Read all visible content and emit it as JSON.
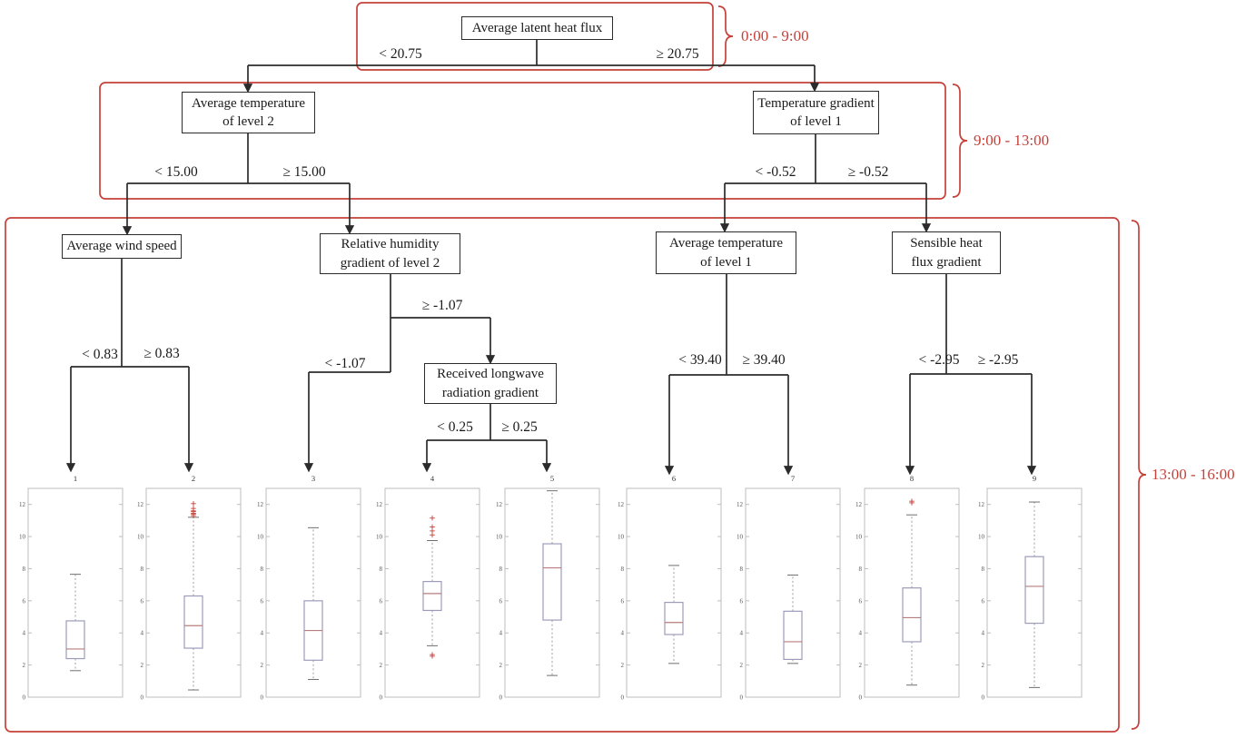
{
  "figure": {
    "background": "#ffffff"
  },
  "colors": {
    "accent_red": "#c5413a",
    "tree_line": "#2b2b2b",
    "node_border": "#2b2b2b",
    "box_edge": "#9c9cba",
    "median": "#b97e7c",
    "whisker": "#9d9d9d",
    "cap": "#6f6f6f",
    "outlier": "#c5413a",
    "panel_border": "#bdbdbd",
    "tick_text": "#555555"
  },
  "groups": [
    {
      "id": "morning",
      "label": "0:00 - 9:00"
    },
    {
      "id": "midday",
      "label": "9:00 - 13:00"
    },
    {
      "id": "afternoon",
      "label": "13:00 - 16:00"
    }
  ],
  "tree": {
    "nodes": {
      "root": {
        "line1": "Average latent heat flux",
        "line2": ""
      },
      "temp_l2": {
        "line1": "Average temperature",
        "line2": "of level 2"
      },
      "tgrad_l1": {
        "line1": "Temperature gradient",
        "line2": "of level 1"
      },
      "wind": {
        "line1": "Average wind speed",
        "line2": ""
      },
      "rh_grad": {
        "line1": "Relative humidity",
        "line2": "gradient of level 2"
      },
      "temp_l1": {
        "line1": "Average temperature",
        "line2": "of level 1"
      },
      "sh_grad": {
        "line1": "Sensible heat",
        "line2": "flux gradient"
      },
      "lw_grad": {
        "line1": "Received longwave",
        "line2": "radiation gradient"
      }
    },
    "edges": {
      "root_left": "< 20.75",
      "root_right": "≥ 20.75",
      "temp_l2_left": "< 15.00",
      "temp_l2_right": "≥ 15.00",
      "tgrad_l1_left": "< -0.52",
      "tgrad_l1_right": "≥ -0.52",
      "wind_left": "< 0.83",
      "wind_right": "≥ 0.83",
      "rh_left": "< -1.07",
      "rh_right": "≥ -1.07",
      "lw_left": "< 0.25",
      "lw_right": "≥ 0.25",
      "temp_l1_left": "< 39.40",
      "temp_l1_right": "≥ 39.40",
      "sh_left": "< -2.95",
      "sh_right": "≥ -2.95"
    }
  },
  "chart_data": [
    {
      "type": "boxplot",
      "title": "1",
      "ylim": [
        0,
        13
      ],
      "yticks": [
        0,
        2,
        4,
        6,
        8,
        10,
        12
      ],
      "whisker_low": 1.65,
      "q1": 2.4,
      "median": 3.0,
      "q3": 4.75,
      "whisker_high": 7.65,
      "outliers": []
    },
    {
      "type": "boxplot",
      "title": "2",
      "ylim": [
        0,
        13
      ],
      "yticks": [
        0,
        2,
        4,
        6,
        8,
        10,
        12
      ],
      "whisker_low": 0.45,
      "q1": 3.05,
      "median": 4.45,
      "q3": 6.3,
      "whisker_high": 11.2,
      "outliers": [
        11.3,
        11.4,
        11.45,
        11.55,
        11.6,
        11.75,
        12.05
      ]
    },
    {
      "type": "boxplot",
      "title": "3",
      "ylim": [
        0,
        13
      ],
      "yticks": [
        0,
        2,
        4,
        6,
        8,
        10,
        12
      ],
      "whisker_low": 1.1,
      "q1": 2.3,
      "median": 4.15,
      "q3": 6.0,
      "whisker_high": 10.55,
      "outliers": []
    },
    {
      "type": "boxplot",
      "title": "4",
      "ylim": [
        0,
        13
      ],
      "yticks": [
        0,
        2,
        4,
        6,
        8,
        10,
        12
      ],
      "whisker_low": 3.2,
      "q1": 5.4,
      "median": 6.45,
      "q3": 7.2,
      "whisker_high": 9.75,
      "outliers": [
        2.55,
        2.65,
        10.1,
        10.35,
        10.6,
        11.15
      ]
    },
    {
      "type": "boxplot",
      "title": "5",
      "ylim": [
        0,
        13
      ],
      "yticks": [
        0,
        2,
        4,
        6,
        8,
        10,
        12
      ],
      "whisker_low": 1.35,
      "q1": 4.8,
      "median": 8.05,
      "q3": 9.55,
      "whisker_high": 12.85,
      "outliers": []
    },
    {
      "type": "boxplot",
      "title": "6",
      "ylim": [
        0,
        13
      ],
      "yticks": [
        0,
        2,
        4,
        6,
        8,
        10,
        12
      ],
      "whisker_low": 2.1,
      "q1": 3.9,
      "median": 4.65,
      "q3": 5.9,
      "whisker_high": 8.2,
      "outliers": []
    },
    {
      "type": "boxplot",
      "title": "7",
      "ylim": [
        0,
        13
      ],
      "yticks": [
        0,
        2,
        4,
        6,
        8,
        10,
        12
      ],
      "whisker_low": 2.1,
      "q1": 2.35,
      "median": 3.45,
      "q3": 5.35,
      "whisker_high": 7.6,
      "outliers": []
    },
    {
      "type": "boxplot",
      "title": "8",
      "ylim": [
        0,
        13
      ],
      "yticks": [
        0,
        2,
        4,
        6,
        8,
        10,
        12
      ],
      "whisker_low": 0.75,
      "q1": 3.45,
      "median": 4.95,
      "q3": 6.8,
      "whisker_high": 11.35,
      "outliers": [
        12.1,
        12.2
      ]
    },
    {
      "type": "boxplot",
      "title": "9",
      "ylim": [
        0,
        13
      ],
      "yticks": [
        0,
        2,
        4,
        6,
        8,
        10,
        12
      ],
      "whisker_low": 0.6,
      "q1": 4.6,
      "median": 6.9,
      "q3": 8.75,
      "whisker_high": 12.15,
      "outliers": []
    }
  ]
}
